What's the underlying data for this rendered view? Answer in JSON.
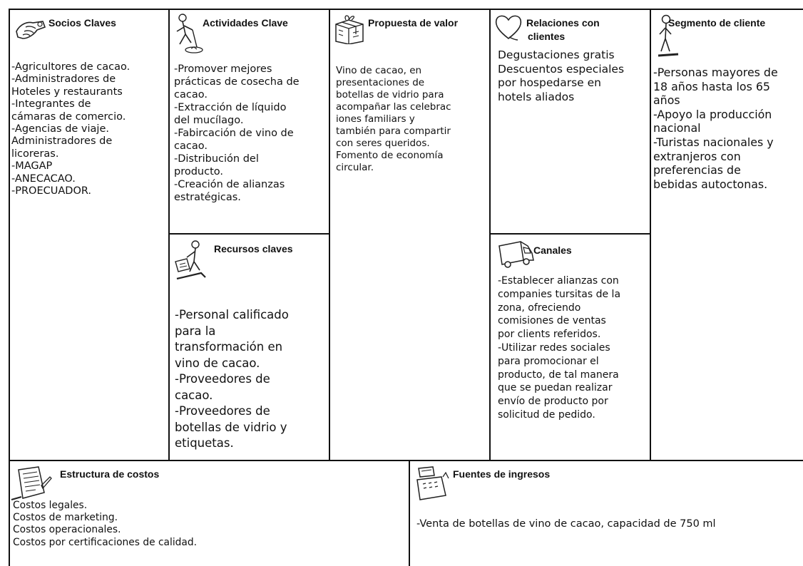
{
  "canvas": {
    "socios": {
      "title": "Socios Claves",
      "icon": "handshake-icon",
      "body": "-Agricultores de cacao.\n-Administradores de\nHoteles y restaurants\n-Integrantes de\ncámaras de comercio.\n-Agencias de viaje.\nAdministradores de\nlicoreras.\n-MAGAP\n-ANECACAO.\n-PROECUADOR."
    },
    "actividades": {
      "title": "Actividades Clave",
      "icon": "worker-icon",
      "body": "-Promover mejores\nprácticas de cosecha de\ncacao.\n-Extracción de líquido\ndel mucílago.\n-Fabircación de vino de\ncacao.\n-Distribución del\nproducto.\n-Creación de alianzas\nestratégicas."
    },
    "recursos": {
      "title": "Recursos claves",
      "icon": "person-with-boxes-icon",
      "body": "-Personal calificado\npara la\ntransformación en\nvino de cacao.\n-Proveedores de\ncacao.\n-Proveedores de\nbotellas de vidrio y\netiquetas."
    },
    "propuesta": {
      "title": "Propuesta de valor",
      "icon": "gift-icon",
      "body": "Vino de cacao, en\npresentaciones de\nbotellas de vidrio para\nacompañar las celebrac\niones familiars y\ntambién para compartir\ncon seres queridos.\nFomento de economía\ncircular."
    },
    "relaciones": {
      "title_line1": "Relaciones con",
      "title_line2": "clientes",
      "icon": "heart-icon",
      "body": "Degustaciones gratis\nDescuentos especiales\npor hospedarse en\nhotels aliados"
    },
    "canales": {
      "title": "Canales",
      "icon": "truck-icon",
      "body": "-Establecer alianzas con\ncompanies tursitas de la\nzona, ofreciendo\ncomisiones de ventas\npor clients referidos.\n-Utilizar redes sociales\npara promocionar el\nproducto, de tal manera\nque se puedan realizar\nenvío de producto por\nsolicitud de pedido."
    },
    "segmento": {
      "title": "Segmento de cliente",
      "icon": "person-icon",
      "body": "-Personas mayores de\n18 años hasta los 65\naños\n-Apoyo la producción\nnacional\n-Turistas nacionales y\nextranjeros con\npreferencias de\nbebidas autoctonas."
    },
    "costos": {
      "title": "Estructura de costos",
      "icon": "document-pen-icon",
      "body": "Costos legales.\nCostos de marketing.\nCostos operacionales.\nCostos por certificaciones de calidad."
    },
    "ingresos": {
      "title": "Fuentes de ingresos",
      "icon": "cash-register-icon",
      "body": "-Venta  de botellas de vino de cacao, capacidad de 750 ml"
    }
  }
}
